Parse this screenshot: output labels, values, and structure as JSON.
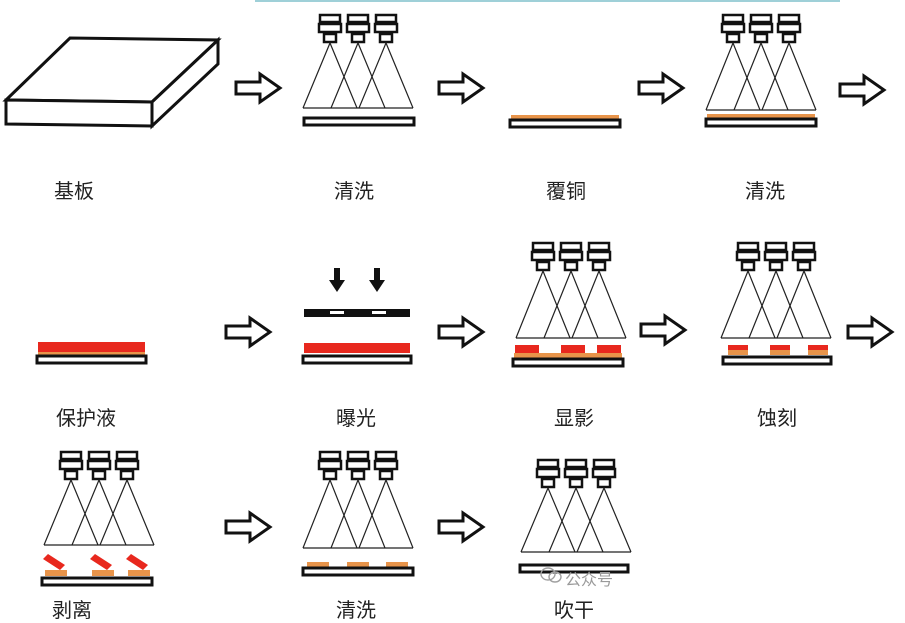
{
  "steps": [
    {
      "label": "基板"
    },
    {
      "label": "清洗"
    },
    {
      "label": "覆铜"
    },
    {
      "label": "清洗"
    },
    {
      "label": "保护液"
    },
    {
      "label": "曝光"
    },
    {
      "label": "显影"
    },
    {
      "label": "蚀刻"
    },
    {
      "label": "剥离"
    },
    {
      "label": "清洗"
    },
    {
      "label": "吹干"
    }
  ],
  "watermark": "公众号",
  "colors": {
    "copper": "#e8944a",
    "protective": "#e8281e",
    "stroke": "#111111",
    "accent_line": "#9fd0d8"
  }
}
